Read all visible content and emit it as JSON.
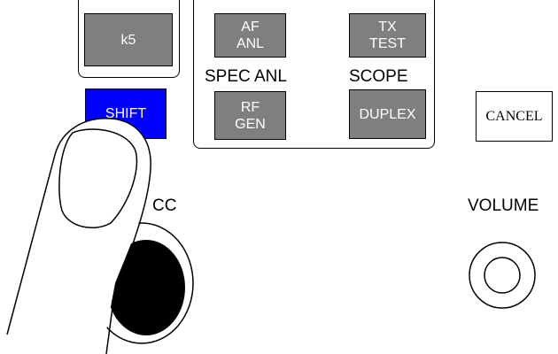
{
  "keys": {
    "k5": "k5",
    "af_anl": "AF\nANL",
    "tx_test": "TX\nTEST",
    "shift": "SHIFT",
    "rf_gen": "RF\nGEN",
    "duplex": "DUPLEX",
    "cancel": "CANCEL"
  },
  "labels": {
    "spec_anl": "SPEC ANL",
    "scope": "SCOPE",
    "cc": "CC",
    "volume": "VOLUME"
  },
  "colors": {
    "key_gray": "#7f7f7f",
    "shift_blue": "#0000ff",
    "knob_black": "#000000"
  },
  "icons": {
    "hand": "finger-pressing-icon",
    "volume": "volume-knob-icon"
  }
}
